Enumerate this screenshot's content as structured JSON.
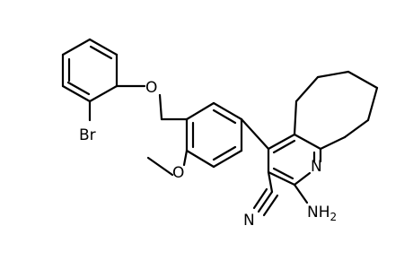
{
  "molecule": {
    "atom_labels": {
      "bromine": "Br",
      "ether_oxygen": "O",
      "methoxy_oxygen": "O",
      "ring_nitrogen": "N",
      "nitrile_nitrogen": "N",
      "amino_group": "NH",
      "amino_subscript": "2"
    },
    "colors": {
      "bond": "#000000",
      "label": "#000000",
      "background": "#ffffff"
    }
  }
}
